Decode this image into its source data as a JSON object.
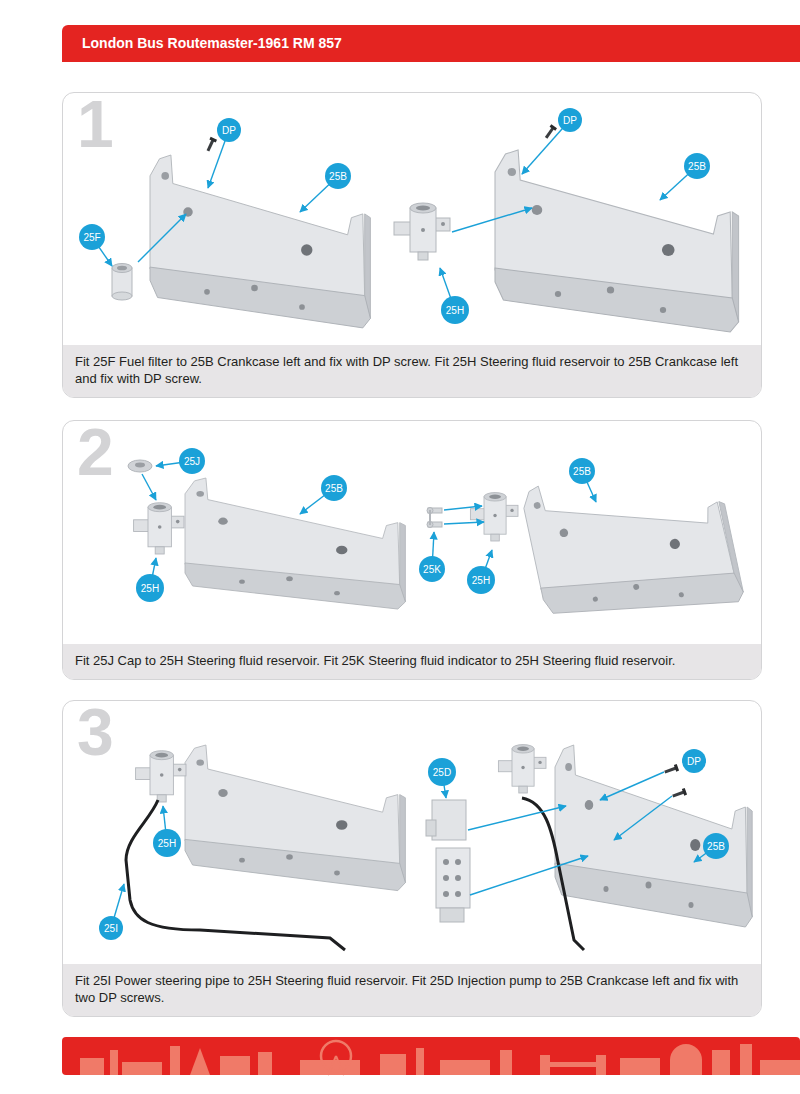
{
  "diagram": {
    "title": "London Bus Routemaster-1961 RM 857",
    "nodes": [
      {
        "text": [
          "1",
          "Fit 25F Fuel filter to 25B Crankcase left and fix with DP screw. Fit 25H Steering fluid reservoir to 25B Crankcase left and fix with DP screw."
        ]
      },
      {
        "text": [
          "DP"
        ],
        "in": 0
      },
      {
        "text": [
          "25B"
        ],
        "in": 0
      },
      {
        "text": [
          "25F"
        ],
        "in": 0
      },
      {
        "text": [
          "DP"
        ],
        "in": 0
      },
      {
        "text": [
          "25B"
        ],
        "in": 0
      },
      {
        "text": [
          "25H"
        ],
        "in": 0
      },
      {
        "text": [
          "2",
          "Fit 25J Cap to 25H Steering fluid reservoir. Fit 25K Steering fluid indicator to 25H Steering fluid reservoir."
        ]
      },
      {
        "text": [
          "25J"
        ],
        "in": 7
      },
      {
        "text": [
          "25B"
        ],
        "in": 7
      },
      {
        "text": [
          "25H"
        ],
        "in": 7
      },
      {
        "text": [
          "25B"
        ],
        "in": 7
      },
      {
        "text": [
          "25K"
        ],
        "in": 7
      },
      {
        "text": [
          "25H"
        ],
        "in": 7
      },
      {
        "text": [
          "3",
          "Fit 25I Power steering pipe to 25H Steering fluid reservoir. Fit 25D Injection pump to 25B Crankcase left and fix with two DP screws."
        ]
      },
      {
        "text": [
          "25H"
        ],
        "in": 14
      },
      {
        "text": [
          "25I"
        ],
        "in": 14
      },
      {
        "text": [
          "25D"
        ],
        "in": 14
      },
      {
        "text": [
          "DP"
        ],
        "in": 14
      },
      {
        "text": [
          "25B"
        ],
        "in": 14
      }
    ]
  }
}
